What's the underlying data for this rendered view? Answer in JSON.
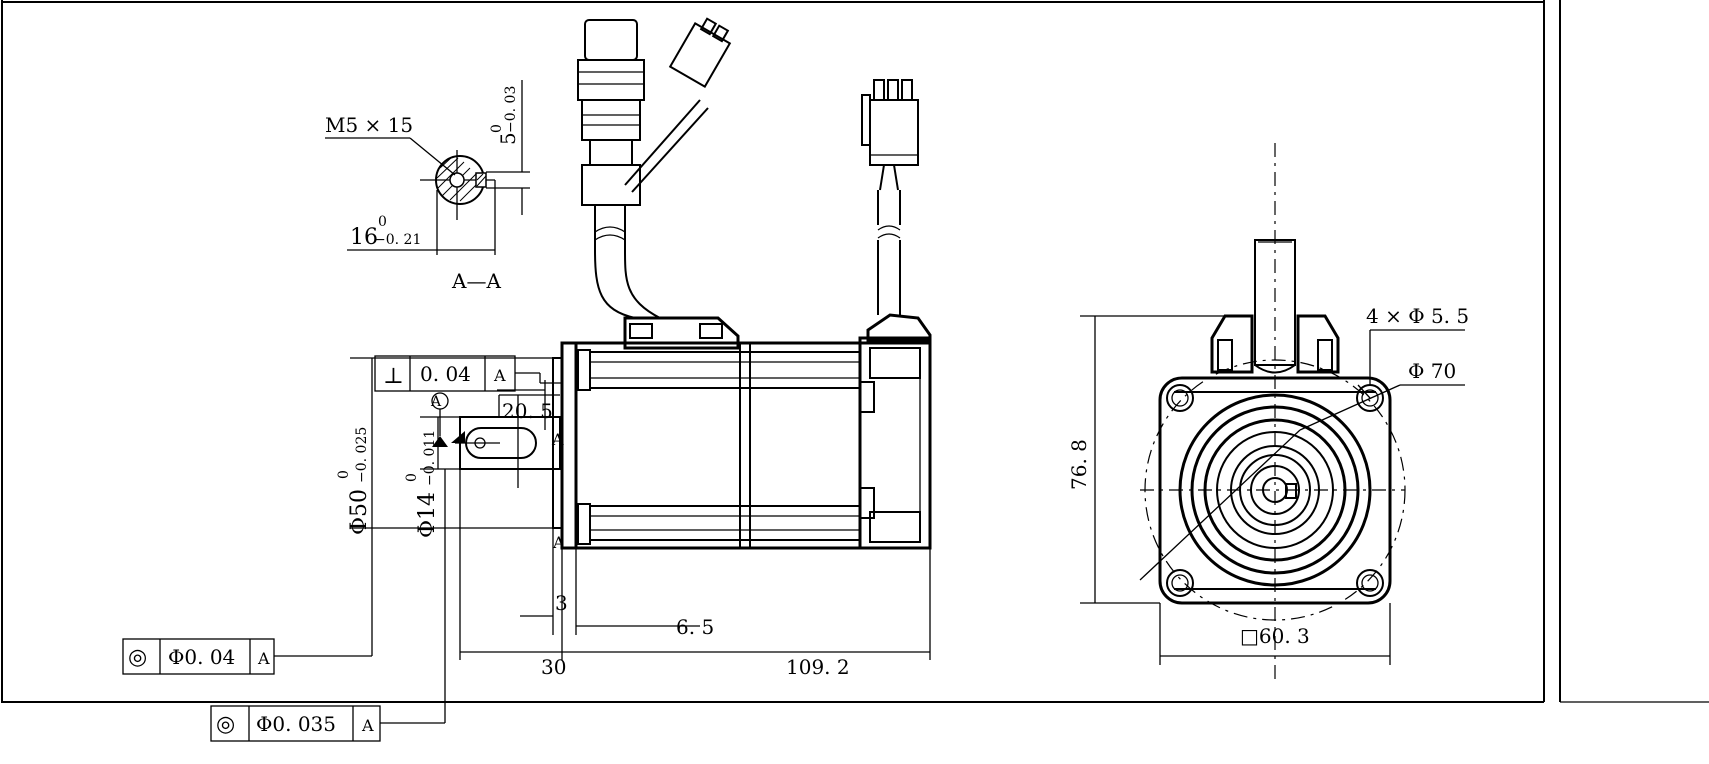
{
  "section_view": {
    "thread": "M5 × 15",
    "keyway_depth_main": "5",
    "keyway_depth_upper": "0",
    "keyway_depth_lower": "−0. 03",
    "width_main": "16",
    "width_upper": "0",
    "width_lower": "−0. 21",
    "section_label": "A—A"
  },
  "side_view": {
    "perpendicularity": {
      "symbol": "⊥",
      "tolerance": "0. 04",
      "datum": "A"
    },
    "key_length": "20. 5",
    "section_mark": "A",
    "datum_mark": "A",
    "pilot_dia_main": "Φ50",
    "pilot_dia_upper": "0",
    "pilot_dia_lower": "−0. 025",
    "shaft_dia_main": "Φ14",
    "shaft_dia_upper": "0",
    "shaft_dia_lower": "−0. 011",
    "flange_thickness": "3",
    "pilot_height": "6. 5",
    "shaft_length": "30",
    "body_length": "109. 2",
    "concentricity_1": {
      "symbol": "◎",
      "tolerance": "Φ0. 04",
      "datum": "A"
    },
    "concentricity_2": {
      "symbol": "◎",
      "tolerance": "Φ0. 035",
      "datum": "A"
    }
  },
  "front_view": {
    "holes": "4 × Φ 5. 5",
    "pcd": "Φ 70",
    "height": "76. 8",
    "square": "□60. 3"
  }
}
